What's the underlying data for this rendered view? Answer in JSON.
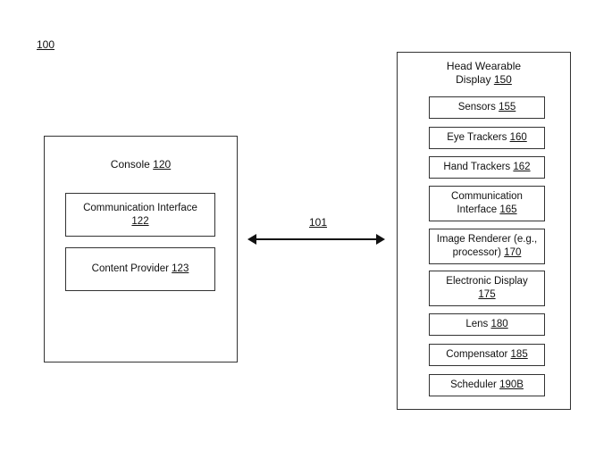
{
  "figure": {
    "ref": "100",
    "link_ref": "101"
  },
  "console": {
    "title": "Console",
    "ref": "120",
    "items": [
      {
        "text": "Communication Interface",
        "ref": "122"
      },
      {
        "text": "Content Provider",
        "ref": "123"
      }
    ]
  },
  "hwd": {
    "title_line1": "Head Wearable",
    "title_line2": "Display",
    "ref": "150",
    "items": [
      {
        "line1": "Sensors",
        "line2": "",
        "ref": "155"
      },
      {
        "line1": "Eye Trackers",
        "line2": "",
        "ref": "160"
      },
      {
        "line1": "Hand Trackers",
        "line2": "",
        "ref": "162"
      },
      {
        "line1": "Communication",
        "line2": "Interface",
        "ref": "165"
      },
      {
        "line1": "Image Renderer (e.g.,",
        "line2": "processor)",
        "ref": "170"
      },
      {
        "line1": "Electronic Display",
        "line2": "",
        "ref": "175"
      },
      {
        "line1": "Lens",
        "line2": "",
        "ref": "180"
      },
      {
        "line1": "Compensator",
        "line2": "",
        "ref": "185"
      },
      {
        "line1": "Scheduler",
        "line2": "",
        "ref": "190B"
      }
    ]
  }
}
